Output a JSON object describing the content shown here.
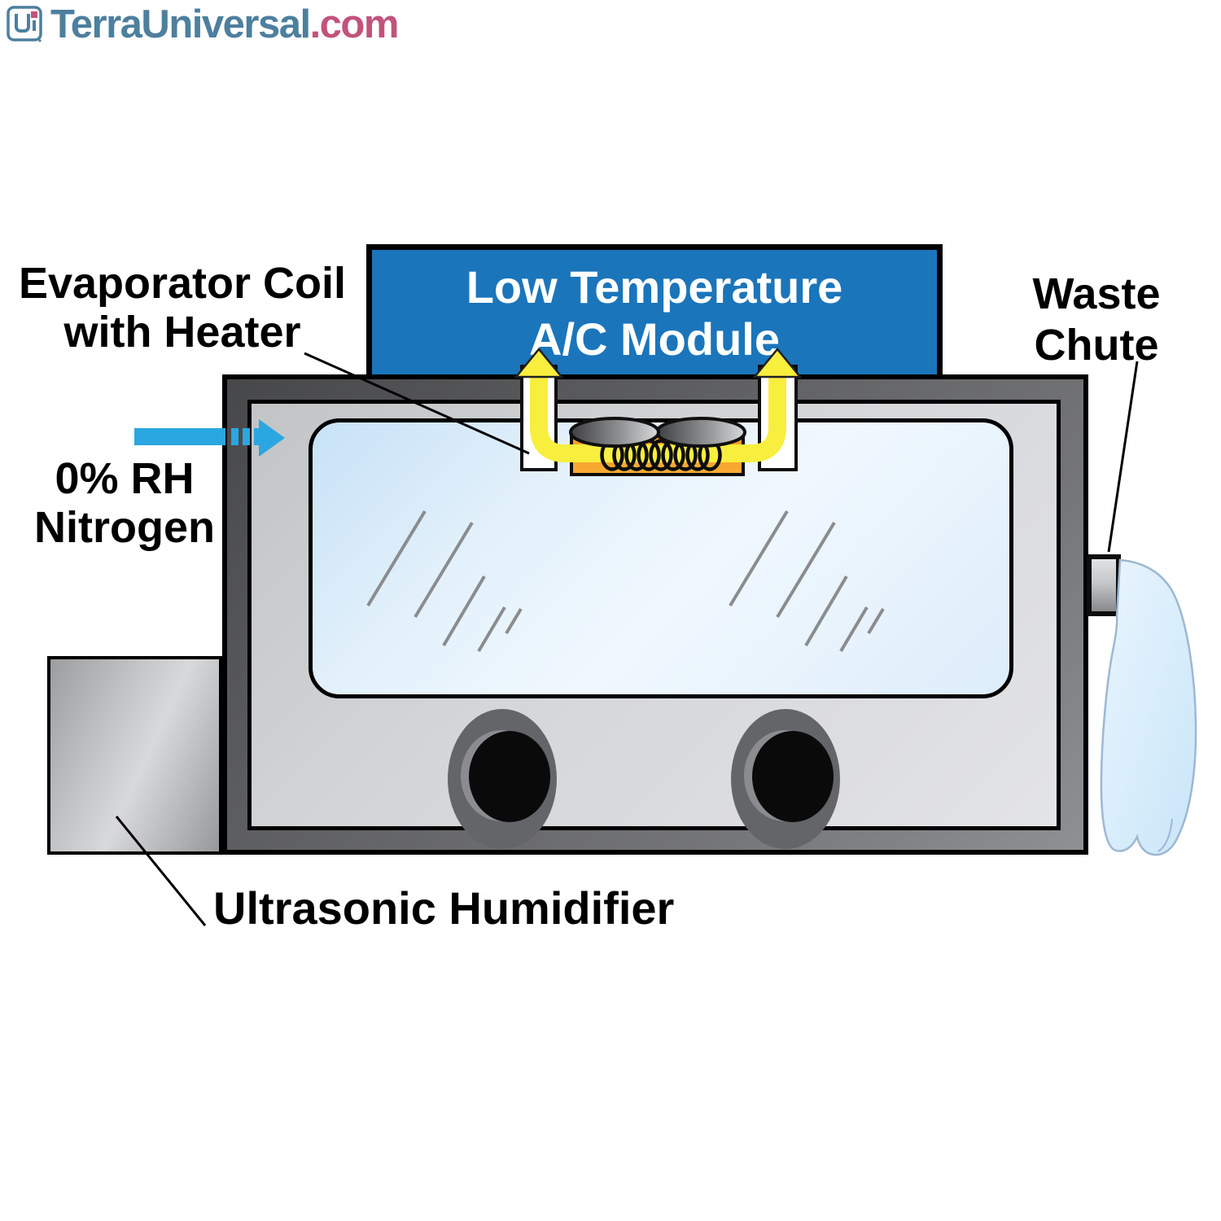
{
  "logo": {
    "brand": "TerraUniversal",
    "tld": ".com",
    "icon": "terra-universal-monogram"
  },
  "module": {
    "line1": "Low Temperature",
    "line2": "A/C Module"
  },
  "annotations": {
    "evaporator": {
      "line1": "Evaporator Coil",
      "line2": "with Heater"
    },
    "nitrogen": {
      "line1": "0% RH",
      "line2": "Nitrogen"
    },
    "waste": {
      "line1": "Waste",
      "line2": "Chute"
    },
    "humidifier": {
      "label": "Ultrasonic Humidifier"
    }
  },
  "icons": {
    "nitrogen_flow_arrow": "dashed blue arrow entering chamber left wall",
    "airflow_arrow_left": "yellow up arrow into A/C module (left duct)",
    "airflow_arrow_right": "yellow up arrow into A/C module (right duct)",
    "heater_coil": "spring coil inside orange heater block",
    "fans": "two angled fan cylinders above heater block",
    "glove_ports": "two circular glove ports on chamber front",
    "waste_chute_pipe": "gray pipe stub on right wall",
    "water_stream": "light blue water flowing from waste chute"
  },
  "colors": {
    "module_blue": "#1b75bb",
    "duct_yellow": "#f8ee3d",
    "heater_orange": "#f5a02c",
    "nitrogen_arrow_blue": "#2aa7e0",
    "water_fill": "#d9ecfa",
    "water_outline": "#9db8d2",
    "chamber_frame_dark": "#58595b",
    "chamber_panel_light": "#d4d6d8",
    "window_blue": "#e3f1fb",
    "logo_teal": "#4d7f9e",
    "logo_pink": "#c2537b",
    "label_black": "#000000"
  }
}
